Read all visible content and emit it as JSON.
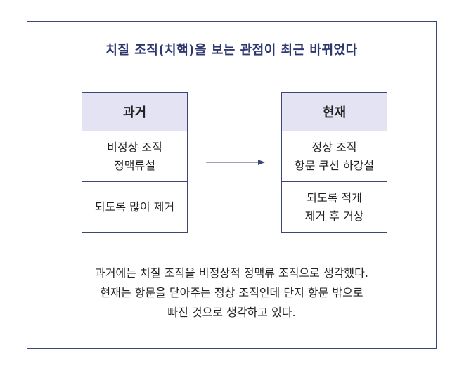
{
  "title": "치질 조직(치핵)을 보는 관점이 최근 바뀌었다",
  "past": {
    "header": "과거",
    "rows": [
      [
        "비정상 조직",
        "정맥류설"
      ],
      [
        "되도록 많이 제거"
      ]
    ]
  },
  "present": {
    "header": "현재",
    "rows": [
      [
        "정상 조직",
        "항문 쿠션 하강설"
      ],
      [
        "되도록 적게",
        "제거 후 거상"
      ]
    ]
  },
  "caption": [
    "과거에는 치질 조직을 비정상적 정맥류 조직으로 생각했다.",
    "현재는 항문을 닫아주는 정상 조직인데 단지 항문 밖으로",
    "빠진 것으로 생각하고 있다."
  ],
  "colors": {
    "accent": "#2e3770",
    "header_fill": "#e4e3f3",
    "border": "#3e4677"
  }
}
